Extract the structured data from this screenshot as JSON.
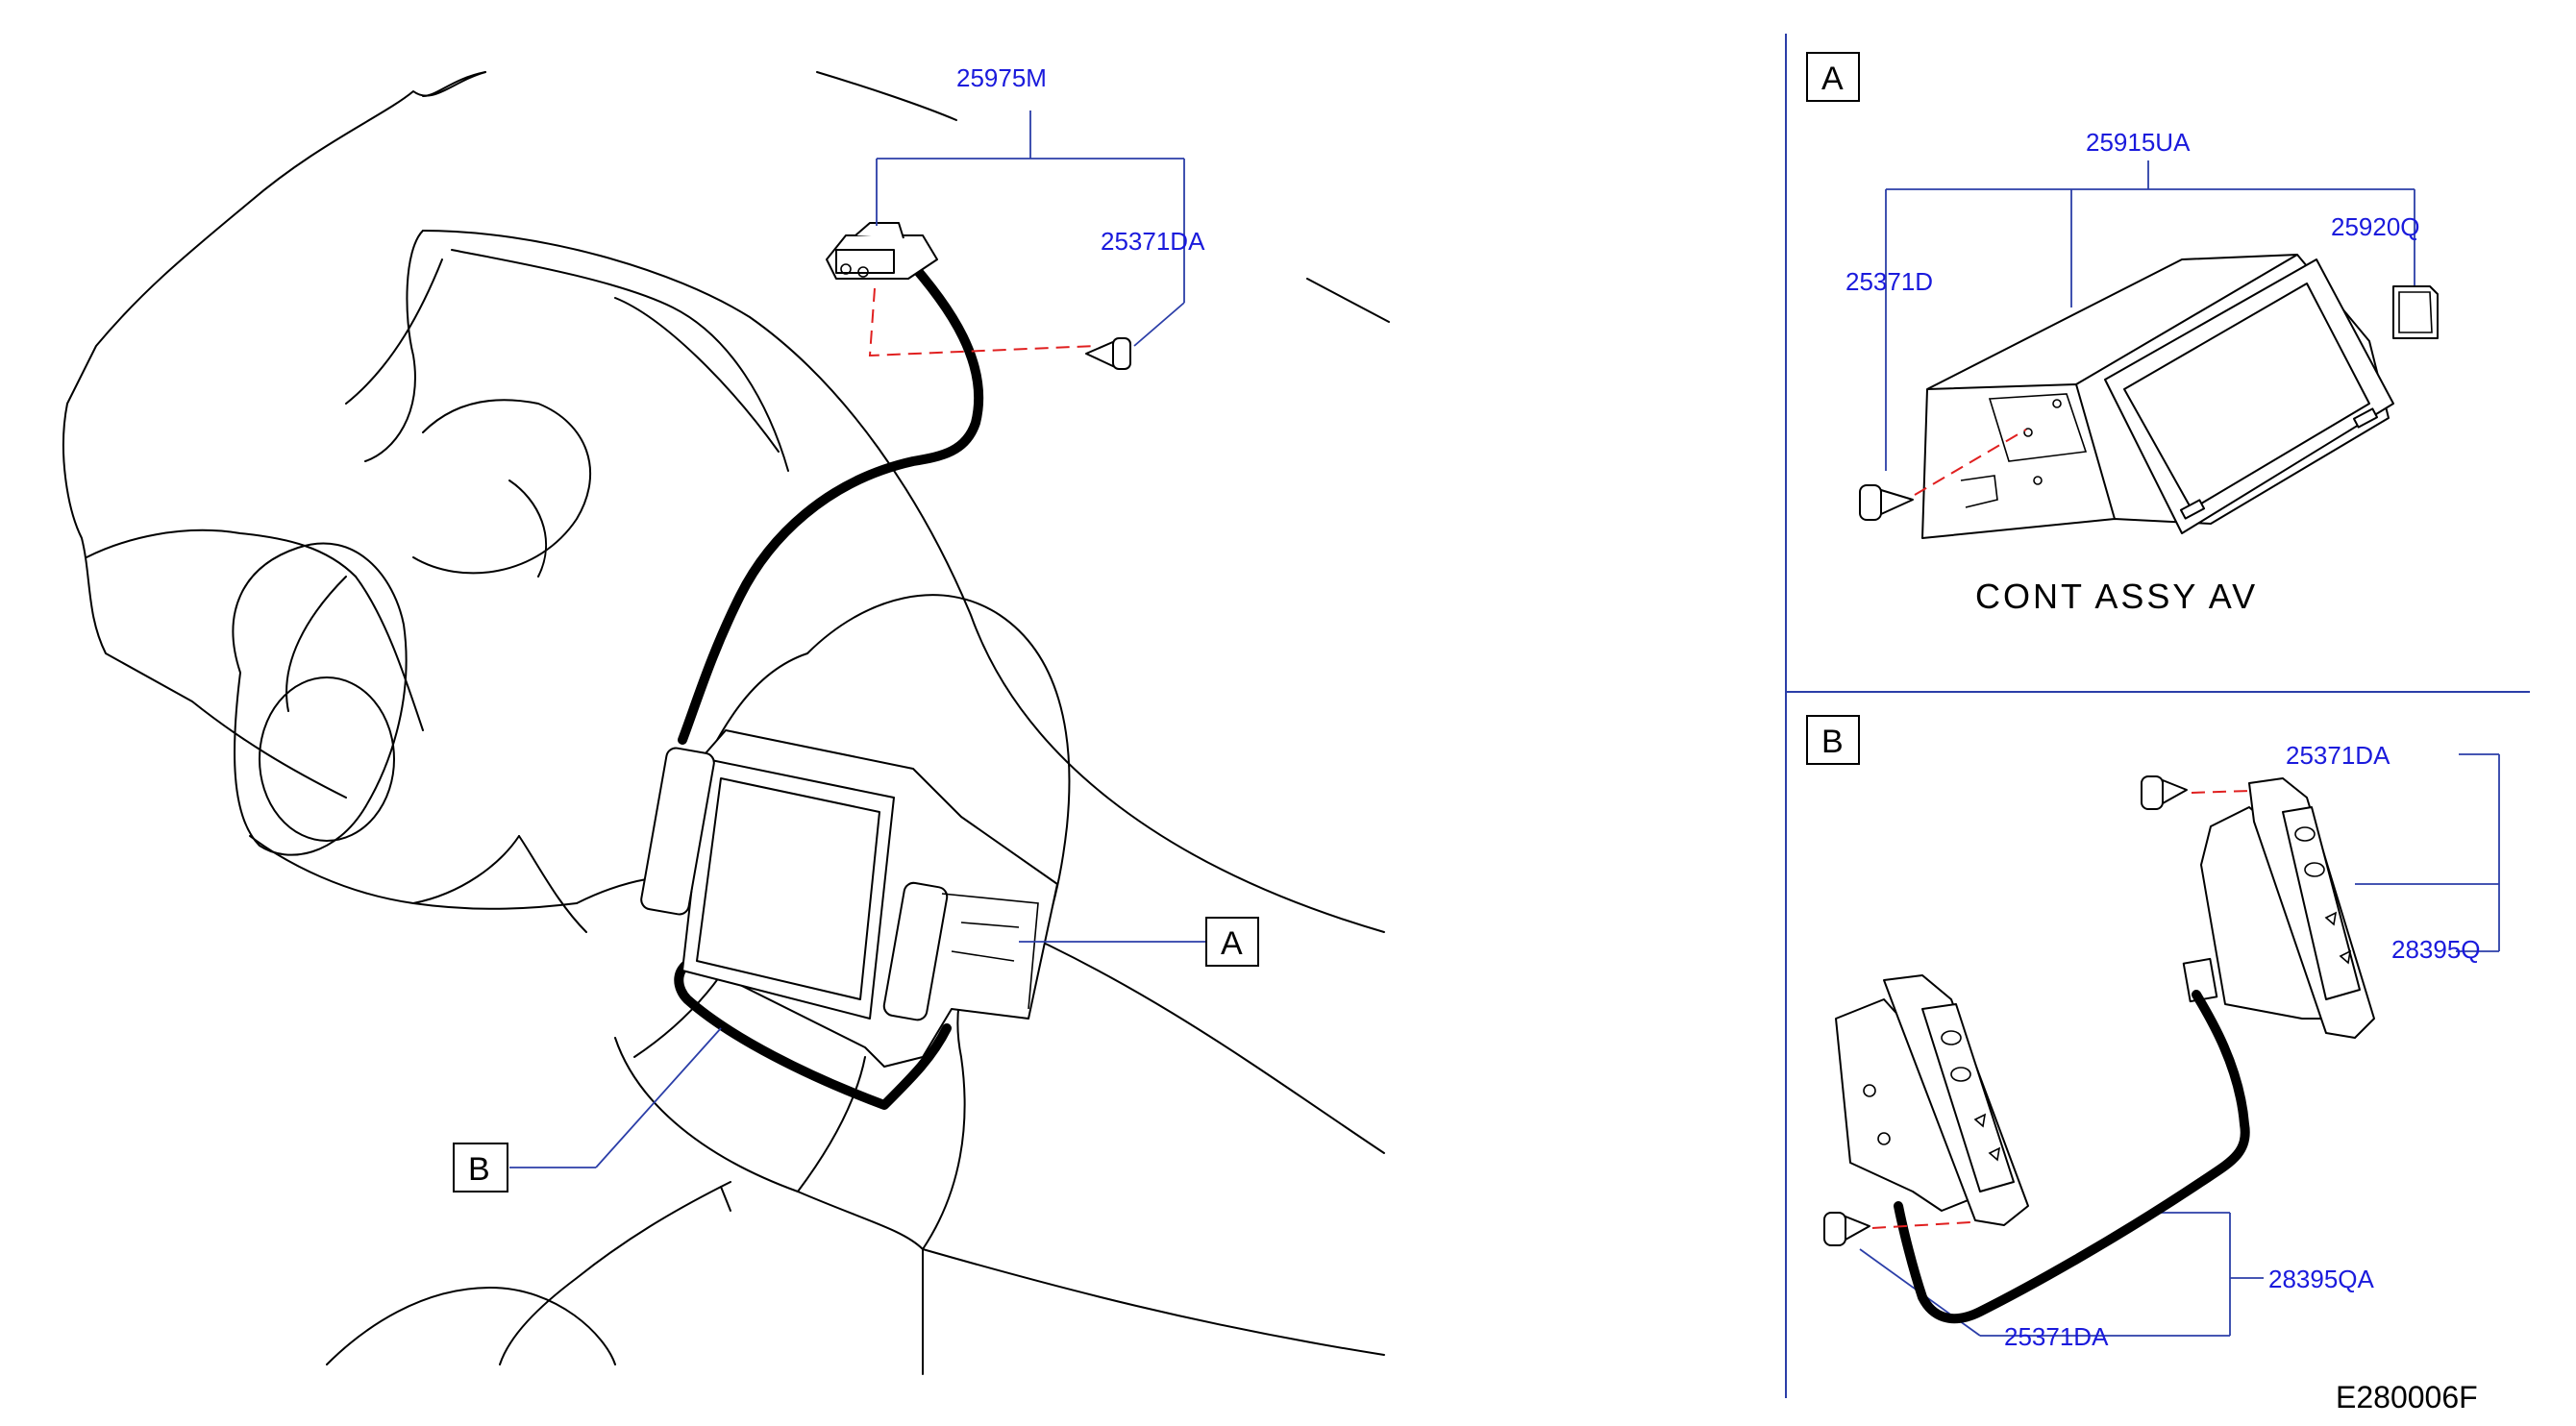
{
  "main_view": {
    "parts": {
      "harness_top": "25975M",
      "screw_top": "25371DA"
    },
    "callouts": {
      "a": "A",
      "b": "B"
    }
  },
  "detail_a": {
    "box_label": "A",
    "parts": {
      "av_unit": "25915UA",
      "sd_card": "25920Q",
      "screw": "25371D"
    },
    "title": "CONT ASSY AV"
  },
  "detail_b": {
    "box_label": "B",
    "parts": {
      "screw_upper": "25371DA",
      "switch_right": "28395Q",
      "harness": "28395QA",
      "screw_lower": "25371DA"
    }
  },
  "diagram_ref": "E280006F"
}
